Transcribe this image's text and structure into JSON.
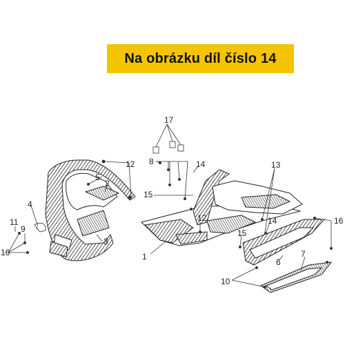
{
  "banner": {
    "text": "Na obrázku díl číslo 14",
    "background": "#f5c400",
    "color": "#111111"
  },
  "callouts": [
    "1",
    "2",
    "3",
    "4",
    "5",
    "6",
    "7",
    "8",
    "9",
    "10",
    "11",
    "12",
    "12",
    "13",
    "14",
    "14",
    "15",
    "15",
    "16",
    "16",
    "17"
  ],
  "colors": {
    "part_fill": "#ffffff",
    "hatch_dark": "#3a3a3a",
    "outline": "#222222"
  }
}
